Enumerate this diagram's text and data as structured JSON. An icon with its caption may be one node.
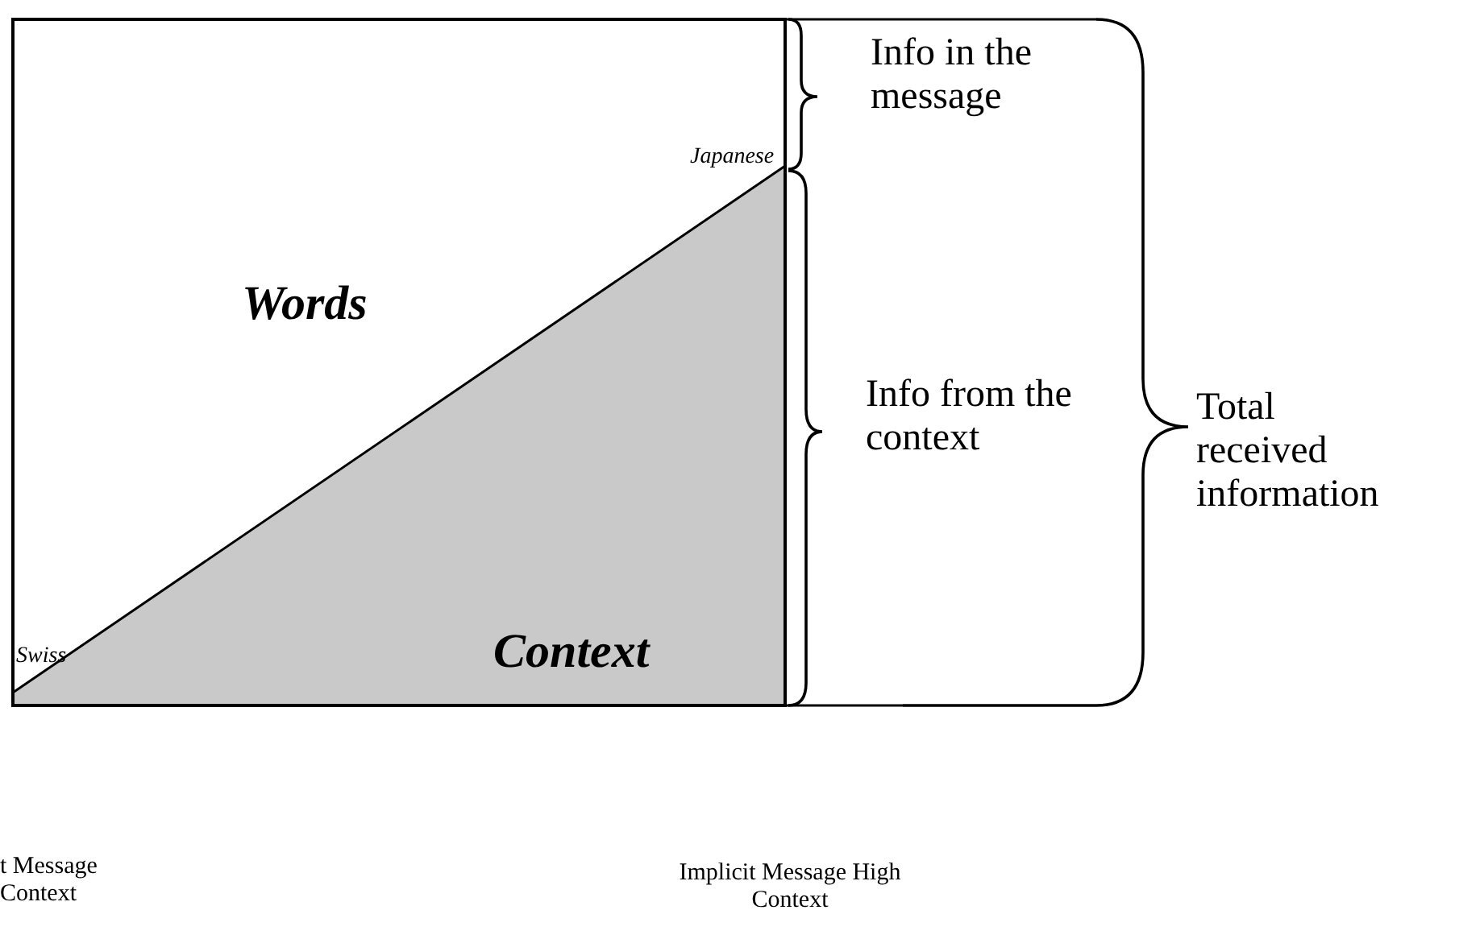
{
  "diagram": {
    "labels": [
      "Info in the message",
      "Japanese",
      "Words",
      "Info from the context",
      "Total received information",
      "Context",
      "Swiss",
      "t Message Context",
      "Implicit Message High Context"
    ]
  }
}
